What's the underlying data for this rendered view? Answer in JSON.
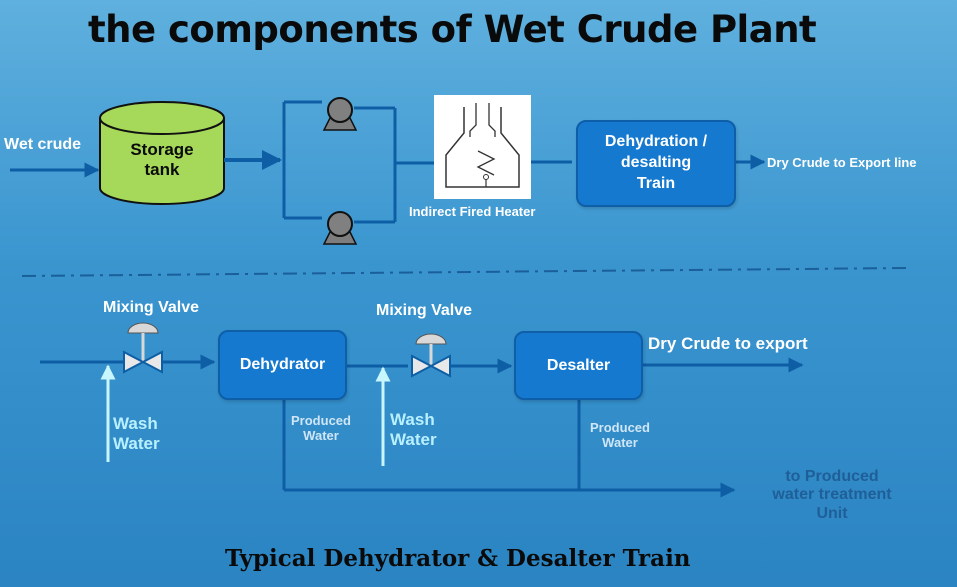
{
  "title": "the components of Wet Crude Plant",
  "subtitle": "Typical Dehydrator & Desalter Train",
  "top_flow": {
    "inlet_label": "Wet crude",
    "storage_tank_line1": "Storage",
    "storage_tank_line2": "tank",
    "heater_label": "Indirect Fired Heater",
    "train_line1": "Dehydration /",
    "train_line2": "desalting",
    "train_line3": "Train",
    "outlet_label": "Dry Crude to Export line"
  },
  "bottom_flow": {
    "mixing_valve_1_label": "Mixing Valve",
    "wash_water_1_line1": "Wash",
    "wash_water_1_line2": "Water",
    "dehydrator_label": "Dehydrator",
    "produced_water_1_line1": "Produced",
    "produced_water_1_line2": "Water",
    "mixing_valve_2_label": "Mixing Valve",
    "wash_water_2_line1": "Wash",
    "wash_water_2_line2": "Water",
    "desalter_label": "Desalter",
    "produced_water_2_line1": "Produced",
    "produced_water_2_line2": "Water",
    "dry_crude_label": "Dry Crude to export",
    "treatment_line1": "to Produced",
    "treatment_line2": "water treatment",
    "treatment_line3": "Unit"
  },
  "colors": {
    "flow_line": "#0e5ea5",
    "box_fill": "#1579cf",
    "tank_fill": "#a6d95a",
    "wash_water_text": "#b8f0ff",
    "produced_water_text": "#cfe6f7",
    "pump_fill": "#808080"
  }
}
